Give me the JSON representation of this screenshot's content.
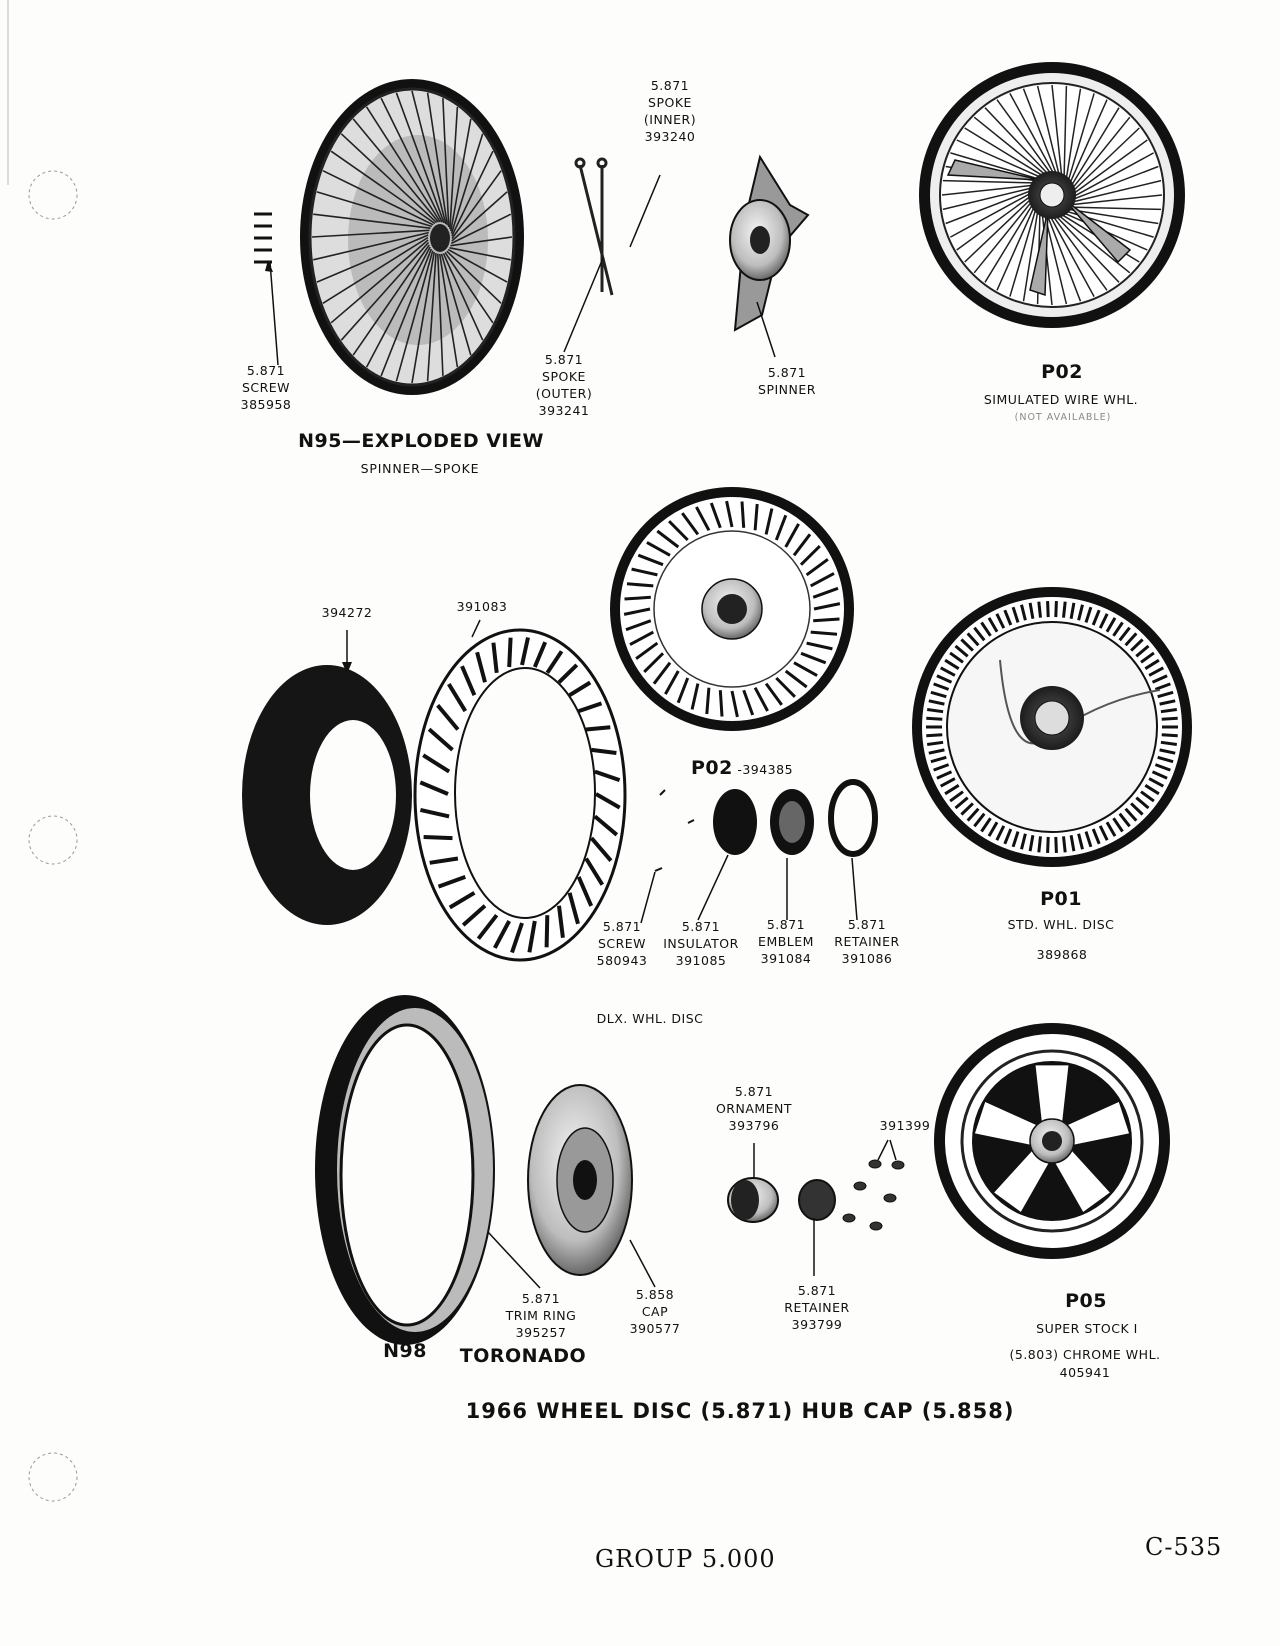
{
  "n95": {
    "screw": {
      "group": "5.871",
      "name": "SCREW",
      "part": "385958"
    },
    "spoke_outer": {
      "group": "5.871",
      "name": "SPOKE",
      "type": "(OUTER)",
      "part": "393241"
    },
    "spoke_inner": {
      "group": "5.871",
      "name": "SPOKE",
      "type": "(INNER)",
      "part": "393240"
    },
    "spinner": {
      "group": "5.871",
      "name": "SPINNER"
    },
    "heading": "N95—EXPLODED VIEW",
    "subheading": "SPINNER—SPOKE"
  },
  "p02_top": {
    "code": "P02",
    "desc": "SIMULATED WIRE WHL.",
    "note": "(NOT AVAILABLE)"
  },
  "deluxe": {
    "backing": {
      "part": "394272"
    },
    "ring": {
      "part": "391083"
    },
    "code": "P02",
    "code_part": "-394385",
    "screw": {
      "group": "5.871",
      "name": "SCREW",
      "part": "580943"
    },
    "insulator": {
      "group": "5.871",
      "name": "INSULATOR",
      "part": "391085"
    },
    "emblem": {
      "group": "5.871",
      "name": "EMBLEM",
      "part": "391084"
    },
    "retainer": {
      "group": "5.871",
      "name": "RETAINER",
      "part": "391086"
    },
    "caption": "DLX. WHL. DISC"
  },
  "p01": {
    "code": "P01",
    "desc": "STD. WHL. DISC",
    "part": "389868"
  },
  "toronado": {
    "trim_ring": {
      "group": "5.871",
      "name": "TRIM RING",
      "part": "395257"
    },
    "cap": {
      "group": "5.858",
      "name": "CAP",
      "part": "390577"
    },
    "code": "N98",
    "name": "TORONADO"
  },
  "ornament": {
    "ornament": {
      "group": "5.871",
      "name": "ORNAMENT",
      "part": "393796"
    },
    "nuts": {
      "part": "391399"
    },
    "retainer": {
      "group": "5.871",
      "name": "RETAINER",
      "part": "393799"
    }
  },
  "p05": {
    "code": "P05",
    "line1": "SUPER STOCK I",
    "line2": "(5.803) CHROME WHL.",
    "part": "405941"
  },
  "page_title": "1966 WHEEL DISC (5.871) HUB CAP (5.858)",
  "footer": {
    "group": "GROUP 5.000",
    "page": "C-535"
  }
}
